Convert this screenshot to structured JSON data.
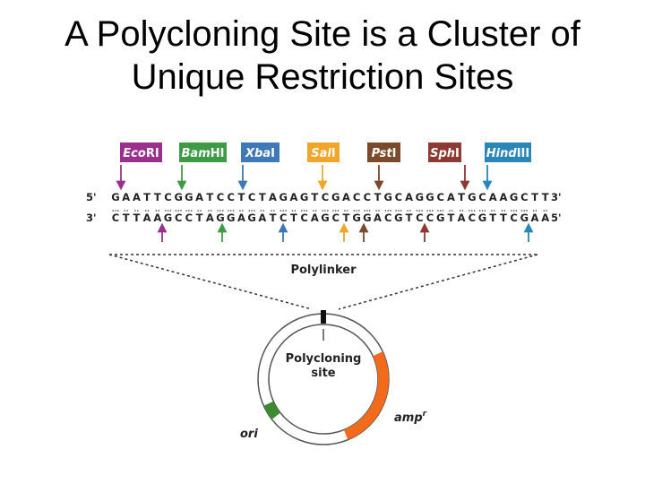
{
  "title_line1": "A Polycloning Site is a Cluster of",
  "title_line2": "Unique Restriction Sites",
  "enzymes": [
    {
      "italic": "Eco",
      "roman": "RI",
      "color": "#9b2f8e"
    },
    {
      "italic": "Bam",
      "roman": "HI",
      "color": "#3e9a44"
    },
    {
      "italic": "Xba",
      "roman": "I",
      "color": "#3f78b6"
    },
    {
      "italic": "Sal",
      "roman": "I",
      "color": "#f1a52a"
    },
    {
      "italic": "Pst",
      "roman": "I",
      "color": "#7b4a2a"
    },
    {
      "italic": "Sph",
      "roman": "I",
      "color": "#8c3a33"
    },
    {
      "italic": "Hind",
      "roman": "III",
      "color": "#2b86b8"
    }
  ],
  "top_strand": {
    "left": "5'",
    "sequence": "GAATTCGGATCCTCTAGAGTCGACCTGCAGGCATGCAAGCTT",
    "right": "3'"
  },
  "bottom_strand": {
    "left": "3'",
    "sequence": "CTTAAGCCTAGGAGATCTCAGCTGGACGTCCGTACGTTCGAA",
    "right": "5'"
  },
  "polylinker_label": "Polylinker",
  "plasmid": {
    "site_label_line1": "Polycloning",
    "site_label_line2": "site",
    "ori_label": "ori",
    "amp_label": "amp",
    "amp_superscript": "r",
    "ori_color": "#3e8a2e",
    "amp_color": "#f26a1b"
  }
}
